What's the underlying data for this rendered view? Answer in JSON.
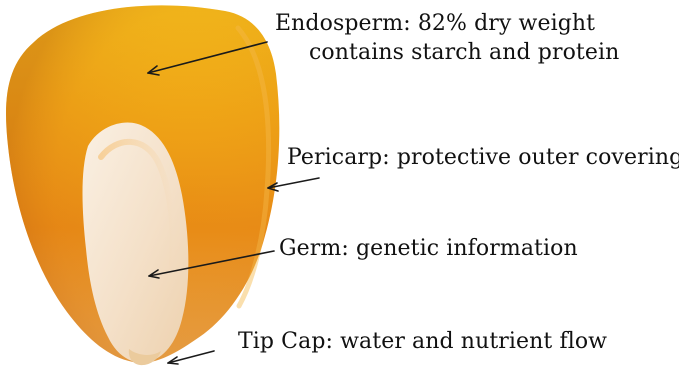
{
  "diagram": {
    "labels": {
      "endosperm": {
        "line1": "Endosperm: 82% dry weight",
        "line2": "contains starch and protein"
      },
      "pericarp": {
        "text": "Pericarp: protective outer covering"
      },
      "germ": {
        "text": "Germ: genetic information"
      },
      "tip_cap": {
        "text": "Tip Cap: water and nutrient flow"
      }
    },
    "colors": {
      "kernel_top": "#F2B316",
      "kernel_mid": "#E89214",
      "kernel_edge": "#C96A12",
      "germ": "#F6E7D2",
      "arrow": "#1A1A1A",
      "text": "#111111"
    }
  }
}
